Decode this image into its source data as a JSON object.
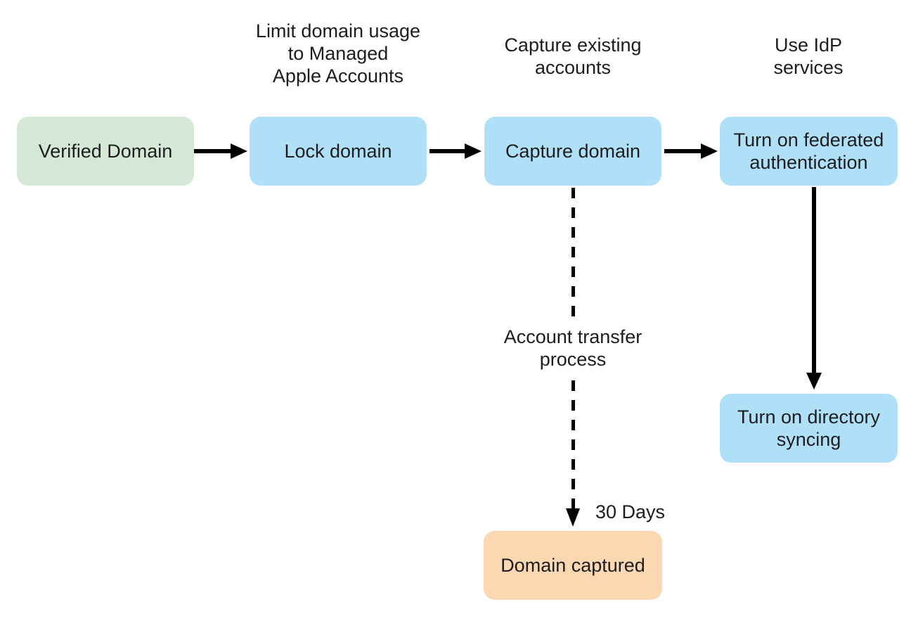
{
  "diagram": {
    "title_implied": "Domain capture and federated authentication flow",
    "colors": {
      "background": "#ffffff",
      "start_node_green": "#d5e8d5",
      "process_node_blue": "#b0e0f7",
      "end_node_orange": "#fbd7b2",
      "arrow_black": "#000000",
      "text": "#1d1d1f"
    },
    "nodes": [
      {
        "id": "verified-domain",
        "label": "Verified Domain",
        "fill": "#d5e8d5"
      },
      {
        "id": "lock-domain",
        "label": "Lock domain",
        "fill": "#b0e0f7"
      },
      {
        "id": "capture-domain",
        "label": "Capture domain",
        "fill": "#b0e0f7"
      },
      {
        "id": "turn-on-federated-authentication",
        "label": "Turn on federated authentication",
        "fill": "#b0e0f7"
      },
      {
        "id": "turn-on-directory-syncing",
        "label": "Turn on directory syncing",
        "fill": "#b0e0f7"
      },
      {
        "id": "domain-captured",
        "label": "Domain captured",
        "fill": "#fbd7b2"
      }
    ],
    "annotations": {
      "limit_domain_usage": {
        "lines": [
          "Limit domain usage",
          "to Managed",
          "Apple Accounts"
        ]
      },
      "capture_existing": {
        "lines": [
          "Capture existing",
          "accounts"
        ]
      },
      "use_idp": {
        "lines": [
          "Use IdP",
          "services"
        ]
      },
      "account_transfer": {
        "lines": [
          "Account transfer",
          "process"
        ]
      },
      "thirty_days": "30 Days"
    },
    "edges": [
      {
        "from": "verified-domain",
        "to": "lock-domain",
        "style": "solid"
      },
      {
        "from": "lock-domain",
        "to": "capture-domain",
        "style": "solid"
      },
      {
        "from": "capture-domain",
        "to": "turn-on-federated-authentication",
        "style": "solid"
      },
      {
        "from": "turn-on-federated-authentication",
        "to": "turn-on-directory-syncing",
        "style": "solid"
      },
      {
        "from": "capture-domain",
        "to": "domain-captured",
        "style": "dashed",
        "label": "Account transfer process",
        "duration_label": "30 Days"
      }
    ]
  }
}
